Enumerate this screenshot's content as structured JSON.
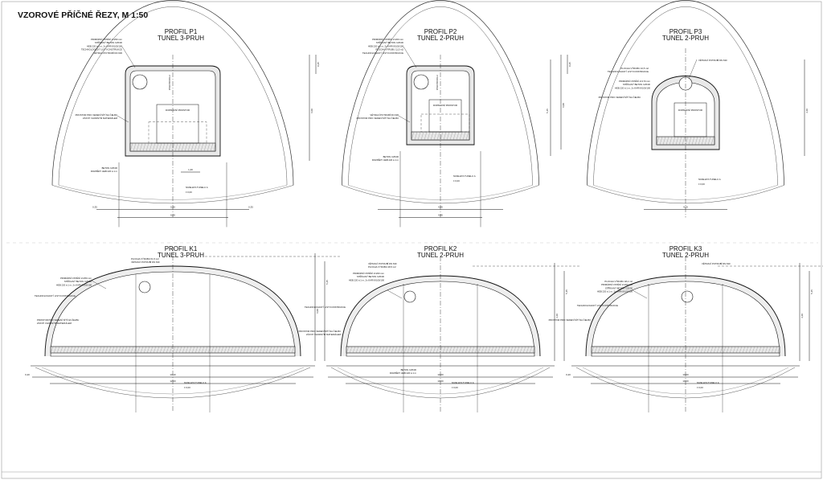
{
  "title": "VZOROVÉ PŘÍČNÉ ŘEZY, M 1:50",
  "profiles": [
    {
      "name": "PROFIL P1",
      "subtitle": "TUNEL 3-PRUH",
      "shape": "rectangular",
      "notes": [
        "PRIMÁRNÍ OSTĚNÍ d=250 mm",
        "STŘÍKANÝ BETON C25/30",
        "HEB 220 á 1 m, 2x KARI 8/100/100",
        "TECHNOLOGICKÝ LIST KONSTRUKCE",
        "VĚTRACÍ POTRUBÍ DN 630",
        "PROSTOR PRO VEDENÍ SÍTÍ NA ČELBU",
        "ZÁSYP VHODNÝM MATERIÁLEM",
        "BETON C25/30",
        "ROZPĚRY HEB 220 á 1 m"
      ],
      "inner_label": "OSA PROFILU",
      "vehicle_label": "DOPRAVNÍ PROSTOR",
      "dims": [
        "5,50",
        "6,00",
        "1,40",
        "0,35",
        "0,35"
      ]
    },
    {
      "name": "PROFIL P2",
      "subtitle": "TUNEL 2-PRUH",
      "shape": "rectangular",
      "notes": [
        "PRIMÁRNÍ OSTĚNÍ d=200 mm",
        "STŘÍKANÝ BETON C25/30",
        "HEB 220 á 1 m, 2x KARI 8/100/100",
        "PLOCHA VÝRUBU 11,5 m2",
        "TECHNOLOGICKÝ LIST KONSTRUKCE",
        "VĚTRACÍ POTRUBÍ DN 630",
        "PROSTOR PRO VEDENÍ SÍTÍ NA ČELBU",
        "BETON C25/30",
        "ROZPĚRY HEB 220 á 1 m"
      ],
      "inner_label": "OSA PROFILU",
      "vehicle_label": "DOPRAVNÍ PROSTOR",
      "dims": [
        "4,40",
        "4,40"
      ]
    },
    {
      "name": "PROFIL P3",
      "subtitle": "TUNEL 2-PRUH",
      "shape": "horseshoe",
      "notes": [
        "VĚTRACÍ POTRUBÍ DN 630",
        "PLOCHA VÝRUBU 10,5 m2",
        "TECHNOLOGICKÝ LIST KONSTRUKCE",
        "PRIMÁRNÍ OSTĚNÍ d=170 mm",
        "STŘÍKANÝ BETON C25/30",
        "HEB 220 á 1 m, 2x KARI 8/100/100",
        "PROSTOR PRO VEDENÍ SÍTÍ NA ČELBU"
      ],
      "inner_label": "OSA PROFILU",
      "vehicle_label": "DOPRAVNÍ PROSTOR",
      "dims": [
        "4,00",
        "4,00"
      ]
    },
    {
      "name": "PROFIL K1",
      "subtitle": "TUNEL 3-PRUH",
      "shape": "arch",
      "notes": [
        "PLOCHA VÝRUBU 61,5 m2",
        "VĚTRACÍ POTRUBÍ DN 630",
        "PRIMÁRNÍ OSTĚNÍ d=250 mm",
        "STŘÍKANÝ BETON C25/30",
        "HEB 220 á 1 m, 2x KARI 8/100/100",
        "TECHNOLOGICKÝ LIST KONSTRUKCE",
        "PROSTOR PRO VEDENÍ SÍTÍ NA ČELBU",
        "ZÁSYP VHODNÝM MATERIÁLEM"
      ],
      "inner_label": "OSA PROFILU",
      "vehicle_label": "",
      "dims": [
        "13,10",
        "12,00",
        "0,20"
      ]
    },
    {
      "name": "PROFIL K2",
      "subtitle": "TUNEL 2-PRUH",
      "shape": "arch",
      "notes": [
        "VĚTRACÍ POTRUBÍ DN 630",
        "PLOCHA VÝRUBU 48,5 m2",
        "PRIMÁRNÍ OSTĚNÍ d=200 mm",
        "STŘÍKANÝ BETON C25/30",
        "HEB 220 á 1 m, 2x KARI 8/100/100",
        "TECHNOLOGICKÝ LIST KONSTRUKCE",
        "PROSTOR PRO VEDENÍ SÍTÍ NA ČELBU",
        "ZÁSYP VHODNÝM MATERIÁLEM",
        "BETON C25/30",
        "ROZPĚRY HEB 220 á 1 m"
      ],
      "inner_label": "OSA PROFILU",
      "vehicle_label": "",
      "dims": [
        "10,60",
        "10,20"
      ]
    },
    {
      "name": "PROFIL K3",
      "subtitle": "TUNEL 2-PRUH",
      "shape": "arch",
      "notes": [
        "VĚTRACÍ POTRUBÍ DN 630",
        "PLOCHA VÝRUBU 48,2 m2",
        "PRIMÁRNÍ OSTĚNÍ d=200 mm",
        "STŘÍKANÝ BETON C25/30",
        "HEB 220 á 1 m, 2x KARI 8/100/100",
        "TECHNOLOGICKÝ LIST KONSTRUKCE",
        "PROSTOR PRO VEDENÍ SÍTÍ NA ČELBU"
      ],
      "inner_label": "OSA PROFILU",
      "vehicle_label": "",
      "dims": [
        "10,60",
        "10,20",
        "0,20"
      ]
    }
  ],
  "niveleta_label": "NIVELETA TUNELU A",
  "niveleta_value": "± 0,00",
  "side_dims": [
    "4,40",
    "6,00",
    "0,25",
    "5,45",
    "0,35"
  ]
}
